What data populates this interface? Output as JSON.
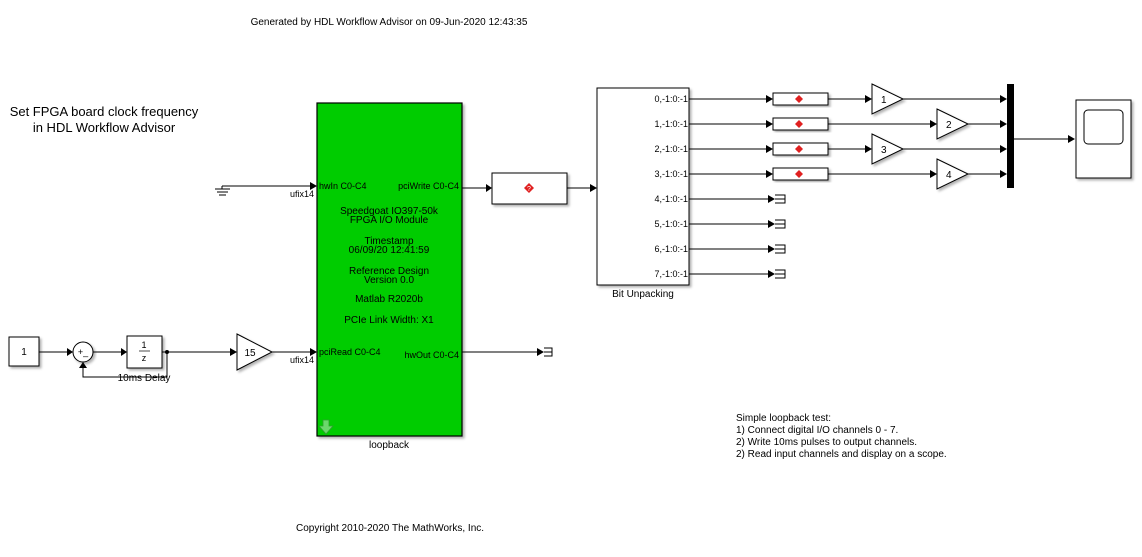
{
  "header": {
    "generated": "Generated by HDL Workflow Advisor on 09-Jun-2020 12:43:35"
  },
  "annotation_clock": {
    "line1": "Set FPGA board clock frequency",
    "line2": "in HDL Workflow Advisor"
  },
  "constant": {
    "value": "1"
  },
  "sum": {
    "signs": "+_"
  },
  "delay": {
    "numerator": "1",
    "denominator": "z",
    "label": "10ms Delay"
  },
  "gain_main": {
    "value": "15"
  },
  "signal_types": {
    "hwin": "ufix14",
    "pciread": "ufix14"
  },
  "loopback": {
    "name": "loopback",
    "color": "#00cc00",
    "ports": {
      "hwin": "hwIn C0-C4",
      "pciwrite": "pciWrite C0-C4",
      "pciread": "pciRead C0-C4",
      "hwout": "hwOut C0-C4"
    },
    "lines": [
      "Speedgoat IO397-50k",
      "FPGA I/O Module",
      "Timestamp",
      "06/09/20 12:41:59",
      "Reference Design",
      "Version 0.0",
      "Matlab R2020b",
      "PCIe Link Width: X1"
    ]
  },
  "converter": {
    "icon": "data-type-conversion-icon"
  },
  "bit_unpacking": {
    "name": "Bit Unpacking",
    "outputs": [
      "0,-1:0:-1",
      "1,-1:0:-1",
      "2,-1:0:-1",
      "3,-1:0:-1",
      "4,-1:0:-1",
      "5,-1:0:-1",
      "6,-1:0:-1",
      "7,-1:0:-1"
    ]
  },
  "gains": [
    "1",
    "2",
    "3",
    "4"
  ],
  "scope": {
    "icon": "scope-icon"
  },
  "note": {
    "lines": [
      "Simple loopback test:",
      "1) Connect digital I/O channels 0 - 7.",
      "2) Write 10ms pulses to output channels.",
      "2) Read input channels and display on a scope."
    ]
  },
  "footer": {
    "copyright": "Copyright 2010-2020 The MathWorks, Inc."
  }
}
